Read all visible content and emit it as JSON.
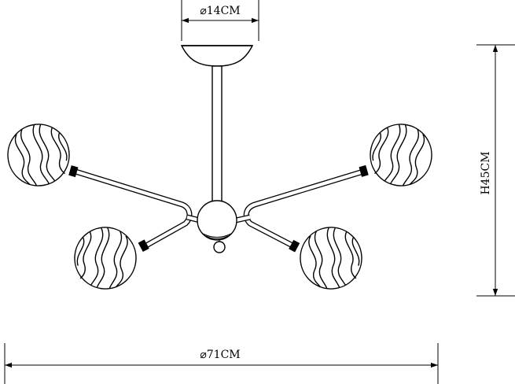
{
  "dimensions": {
    "canopy_diameter": "⌀14CM",
    "overall_width": "⌀71CM",
    "height": "H45CM"
  },
  "line_color": "#000000",
  "background_color": "#ffffff"
}
